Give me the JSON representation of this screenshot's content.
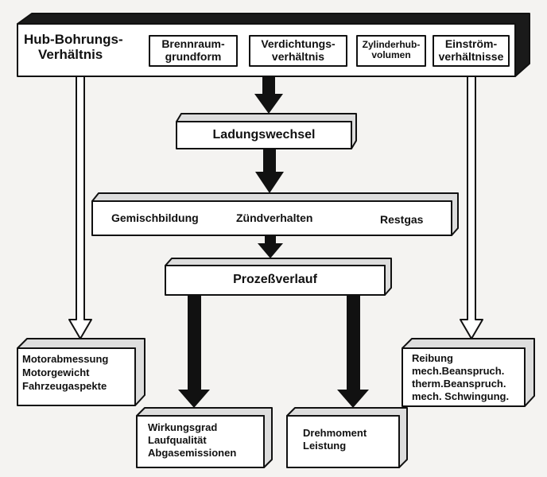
{
  "top": {
    "title_line1": "Hub-Bohrungs-",
    "title_line2": "Verhältnis",
    "boxes": [
      {
        "line1": "Brennraum-",
        "line2": "grundform"
      },
      {
        "line1": "Verdichtungs-",
        "line2": "verhältnis"
      },
      {
        "line1": "Zylinderhub-",
        "line2": "volumen"
      },
      {
        "line1": "Einström-",
        "line2": "verhältnisse"
      }
    ]
  },
  "ladung": "Ladungswechsel",
  "middle": {
    "gemisch": "Gemischbildung",
    "zuend": "Zündverhalten",
    "restgas": "Restgas"
  },
  "prozess": "Prozeßverlauf",
  "left_box": [
    "Motorabmessung",
    "Motorgewicht",
    "Fahrzeugaspekte"
  ],
  "right_box": [
    "Reibung",
    "mech.Beanspruch.",
    "therm.Beanspruch.",
    "mech. Schwingung."
  ],
  "bottom_left": [
    "Wirkungsgrad",
    "Laufqualität",
    "Abgasemissionen"
  ],
  "bottom_right": [
    "Drehmoment",
    "Leistung"
  ]
}
